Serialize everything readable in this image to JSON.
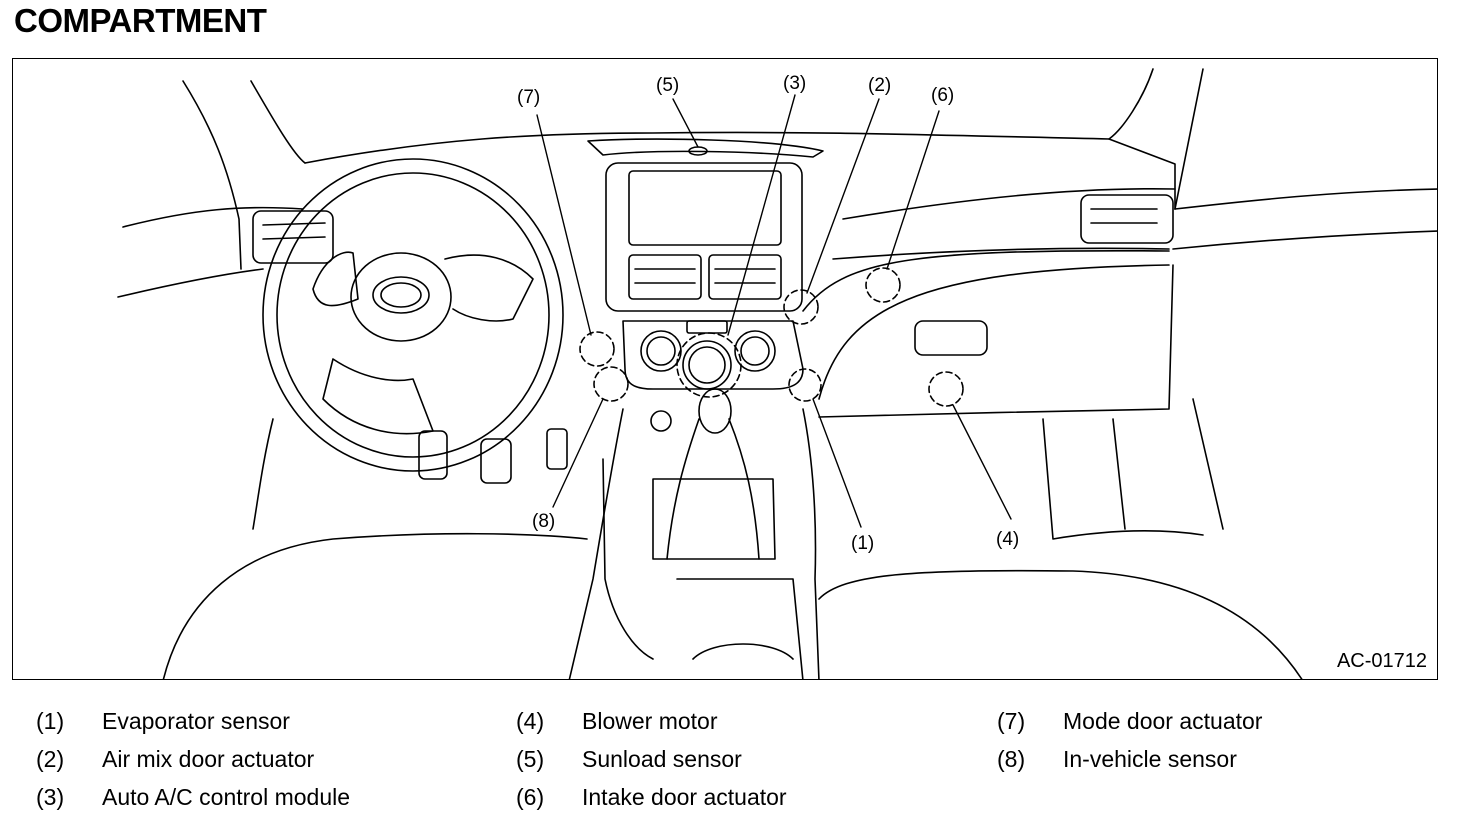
{
  "header": {
    "title": "COMPARTMENT"
  },
  "figure": {
    "id": "AC-01712",
    "callouts": [
      "(5)",
      "(3)",
      "(2)",
      "(6)",
      "(7)",
      "(8)",
      "(1)",
      "(4)"
    ]
  },
  "legend": [
    {
      "num": "(1)",
      "text": "Evaporator sensor"
    },
    {
      "num": "(2)",
      "text": "Air mix door actuator"
    },
    {
      "num": "(3)",
      "text": "Auto A/C control module"
    },
    {
      "num": "(4)",
      "text": "Blower motor"
    },
    {
      "num": "(5)",
      "text": "Sunload sensor"
    },
    {
      "num": "(6)",
      "text": "Intake door actuator"
    },
    {
      "num": "(7)",
      "text": "Mode door actuator"
    },
    {
      "num": "(8)",
      "text": "In-vehicle sensor"
    }
  ]
}
